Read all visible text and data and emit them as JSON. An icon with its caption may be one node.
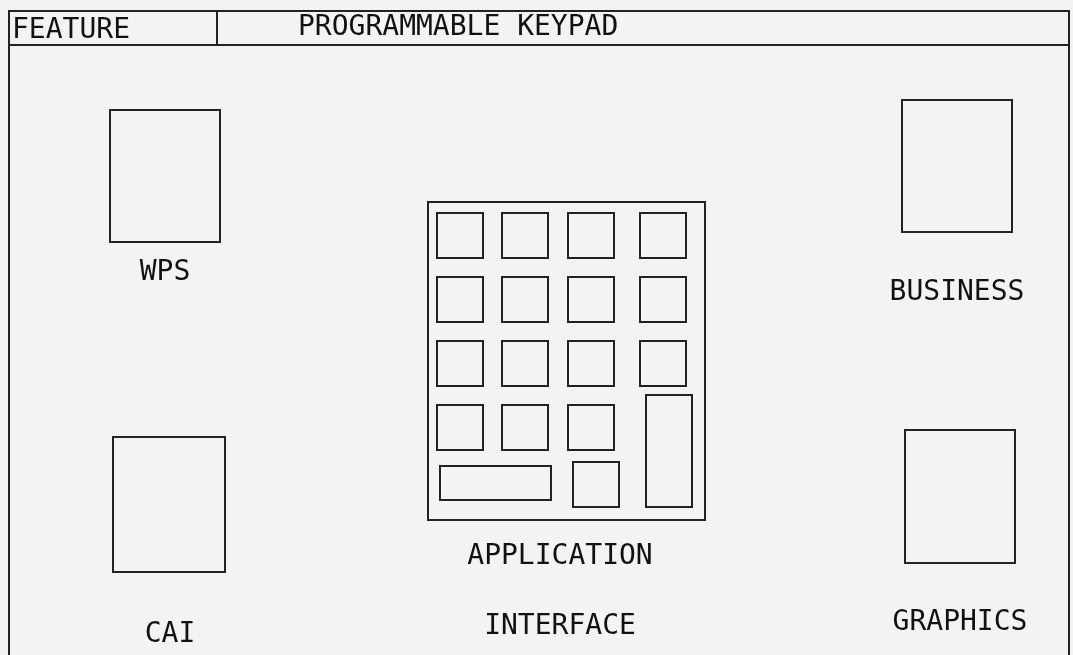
{
  "diagram": {
    "nodes": [
      {
        "text": [
          "WPS"
        ]
      },
      {
        "text": [
          "BUSINESS"
        ]
      },
      {
        "text": [
          "APPLICATION INTERFACE"
        ]
      },
      {
        "text": [
          "CAI"
        ]
      },
      {
        "text": [
          "GRAPHICS"
        ]
      }
    ],
    "labels": [
      "FEATURE",
      "PROGRAMMABLE KEYPAD"
    ]
  }
}
